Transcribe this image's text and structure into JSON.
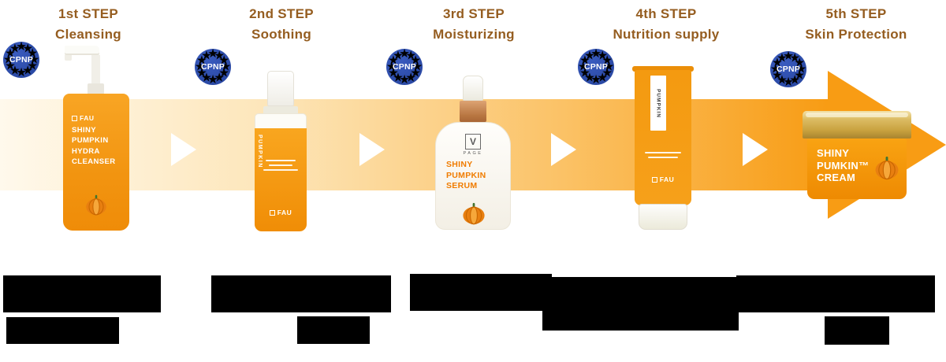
{
  "steps": [
    {
      "step": "1st STEP",
      "label": "Cleansing"
    },
    {
      "step": "2nd STEP",
      "label": "Soothing"
    },
    {
      "step": "3rd STEP",
      "label": "Moisturizing"
    },
    {
      "step": "4th STEP",
      "label": "Nutrition supply"
    },
    {
      "step": "5th STEP",
      "label": "Skin Protection"
    }
  ],
  "badges": {
    "cpnp_label": "CPNP"
  },
  "products": {
    "cleanser": {
      "brand": "FAU",
      "name_lines": [
        "SHINY",
        "PUMPKIN",
        "HYDRA",
        "CLEANSER"
      ]
    },
    "foam": {
      "side_label": "PUMPKIN",
      "brand": "FAU"
    },
    "serum": {
      "logo_letter": "V",
      "logo_sub": "PAGE",
      "name_lines": [
        "SHINY",
        "PUMPKIN",
        "SERUM"
      ]
    },
    "tube": {
      "tag_label": "PUMPKIN",
      "brand": "FAU"
    },
    "cream": {
      "name_lines": [
        "SHINY",
        "PUMKIN™",
        "CREAM"
      ]
    }
  },
  "colors": {
    "accent": "#f89c14",
    "eu-blue": "#2b4aa6",
    "star-gold": "#f5c40f",
    "title-brown": "#955d20",
    "lid-gold": "#c9a23f"
  }
}
